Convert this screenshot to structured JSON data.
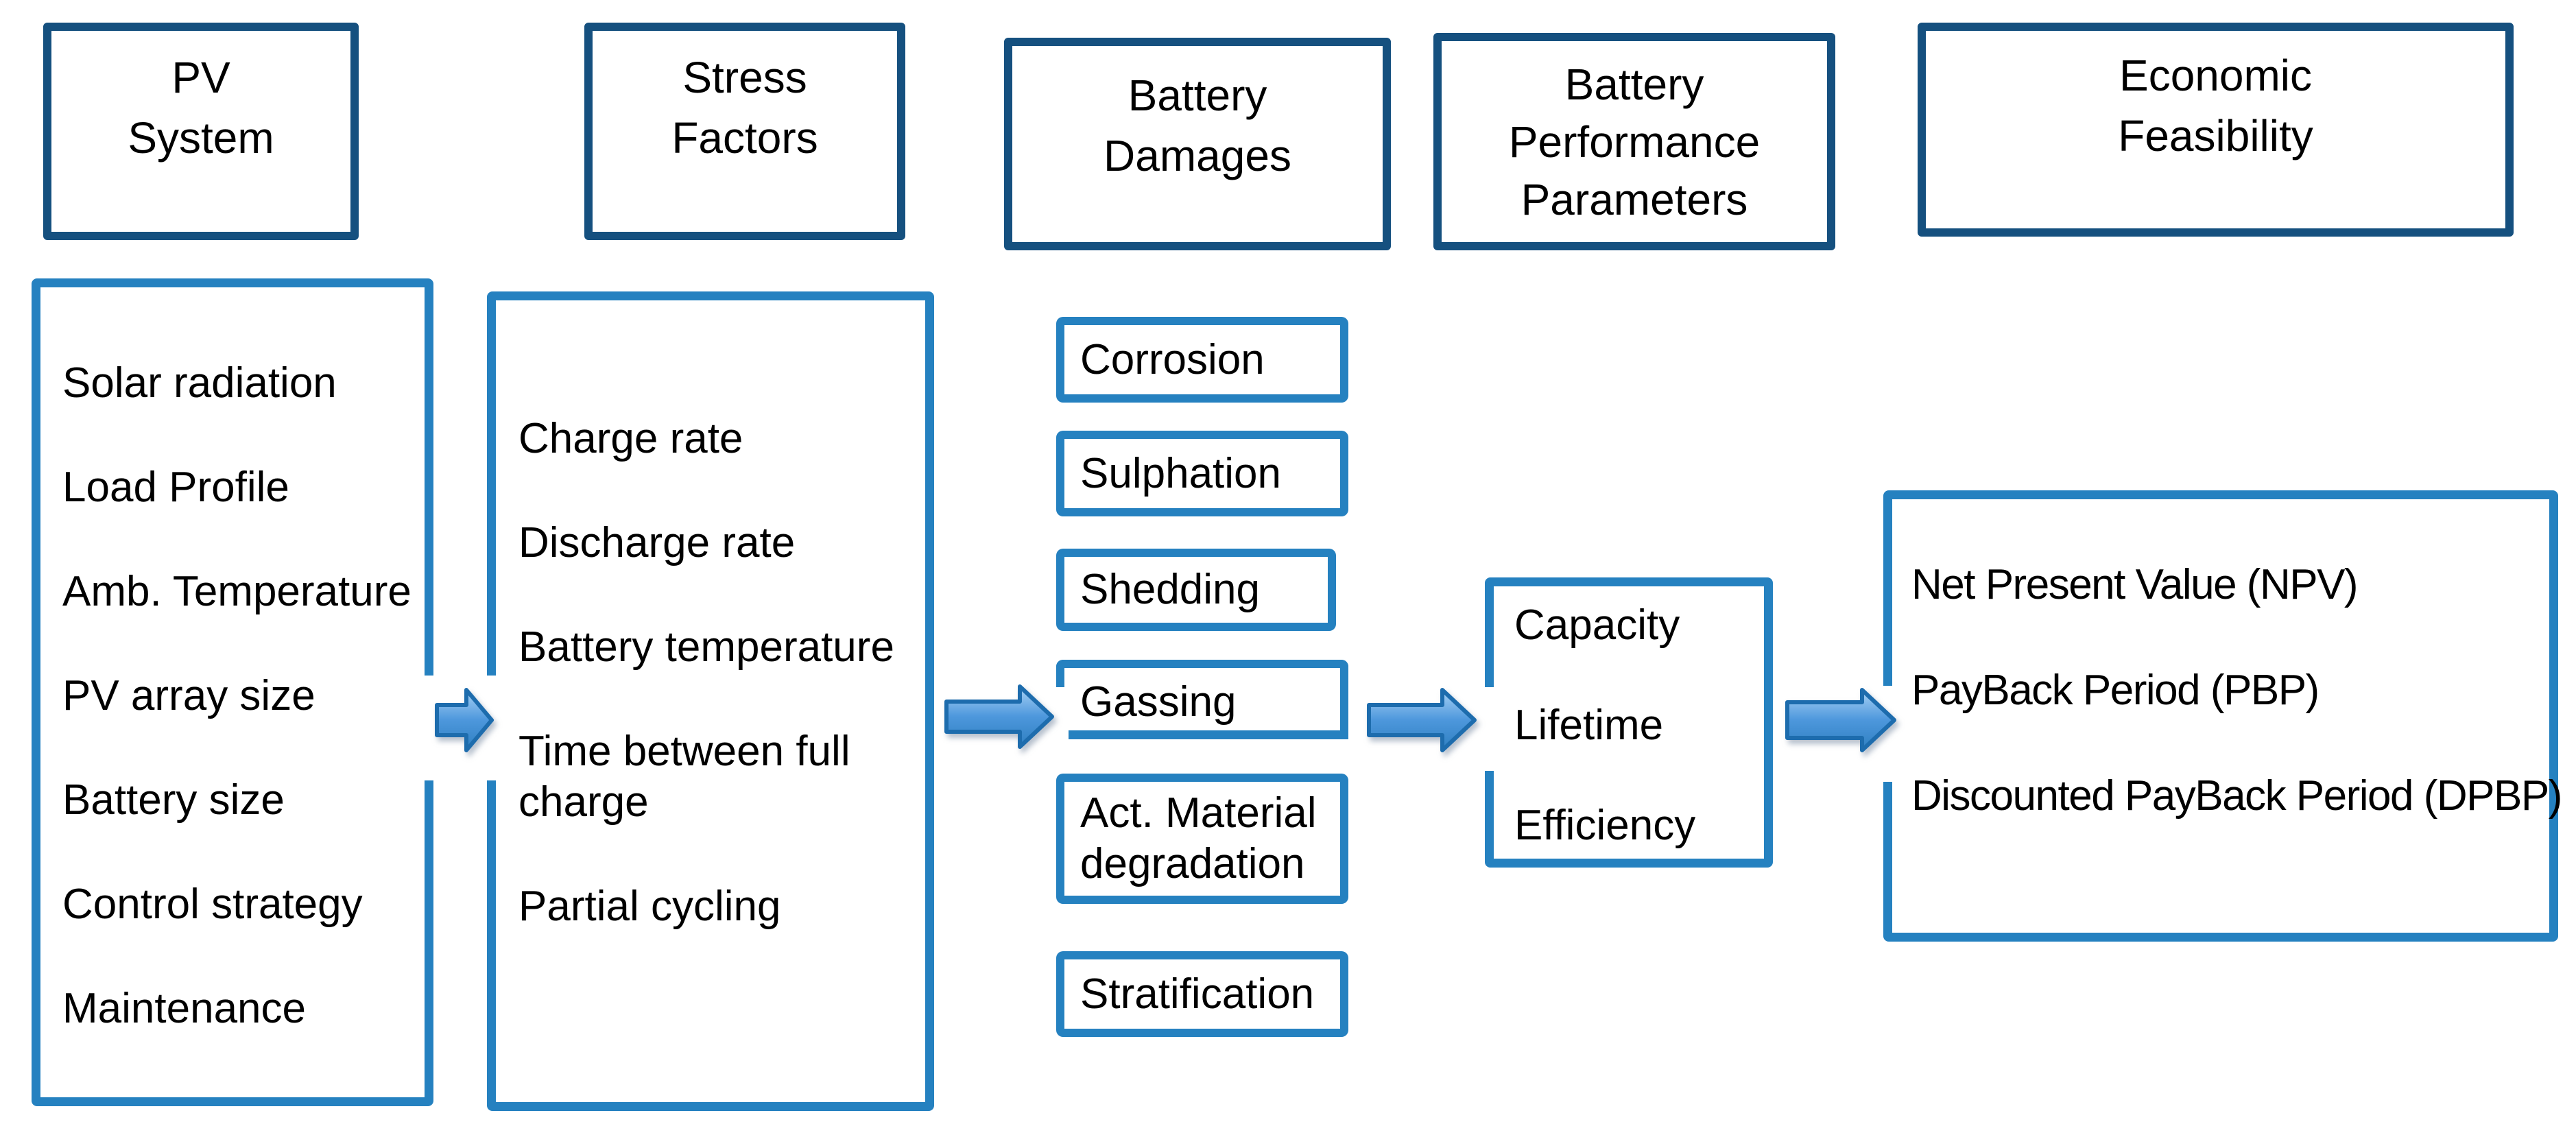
{
  "headers": [
    {
      "id": "pv-system",
      "label": "PV\nSystem"
    },
    {
      "id": "stress-factors",
      "label": "Stress\nFactors"
    },
    {
      "id": "battery-damages",
      "label": "Battery\nDamages"
    },
    {
      "id": "battery-performance",
      "label": "Battery\nPerformance\nParameters"
    },
    {
      "id": "economic-feasibility",
      "label": "Economic\nFeasibility"
    }
  ],
  "columns": {
    "pv_system": {
      "items": [
        "Solar radiation",
        "Load Profile",
        "Amb. Temperature",
        "PV array size",
        "Battery size",
        "Control strategy",
        "Maintenance"
      ]
    },
    "stress_factors": {
      "items": [
        "Charge rate",
        "Discharge rate",
        "Battery temperature",
        "Time between full charge",
        "Partial cycling"
      ]
    },
    "battery_damages": {
      "items": [
        "Corrosion",
        "Sulphation",
        "Shedding",
        "Gassing",
        "Act. Material degradation",
        "Stratification"
      ]
    },
    "battery_performance": {
      "items": [
        "Capacity",
        "Lifetime",
        "Efficiency"
      ]
    },
    "economic_feasibility": {
      "items": [
        "Net Present Value (NPV)",
        "PayBack Period (PBP)",
        "Discounted PayBack Period (DPBP)"
      ]
    }
  },
  "colors": {
    "header_border": "#15507F",
    "box_border": "#2581C0",
    "arrow_stroke": "#1D6CAD",
    "arrow_fill_top": "#A9D2F4",
    "arrow_fill_mid": "#4D97DC",
    "arrow_fill_bottom": "#2E7FC0",
    "text_color": "#000000",
    "bg_color": "#FFFFFF"
  }
}
